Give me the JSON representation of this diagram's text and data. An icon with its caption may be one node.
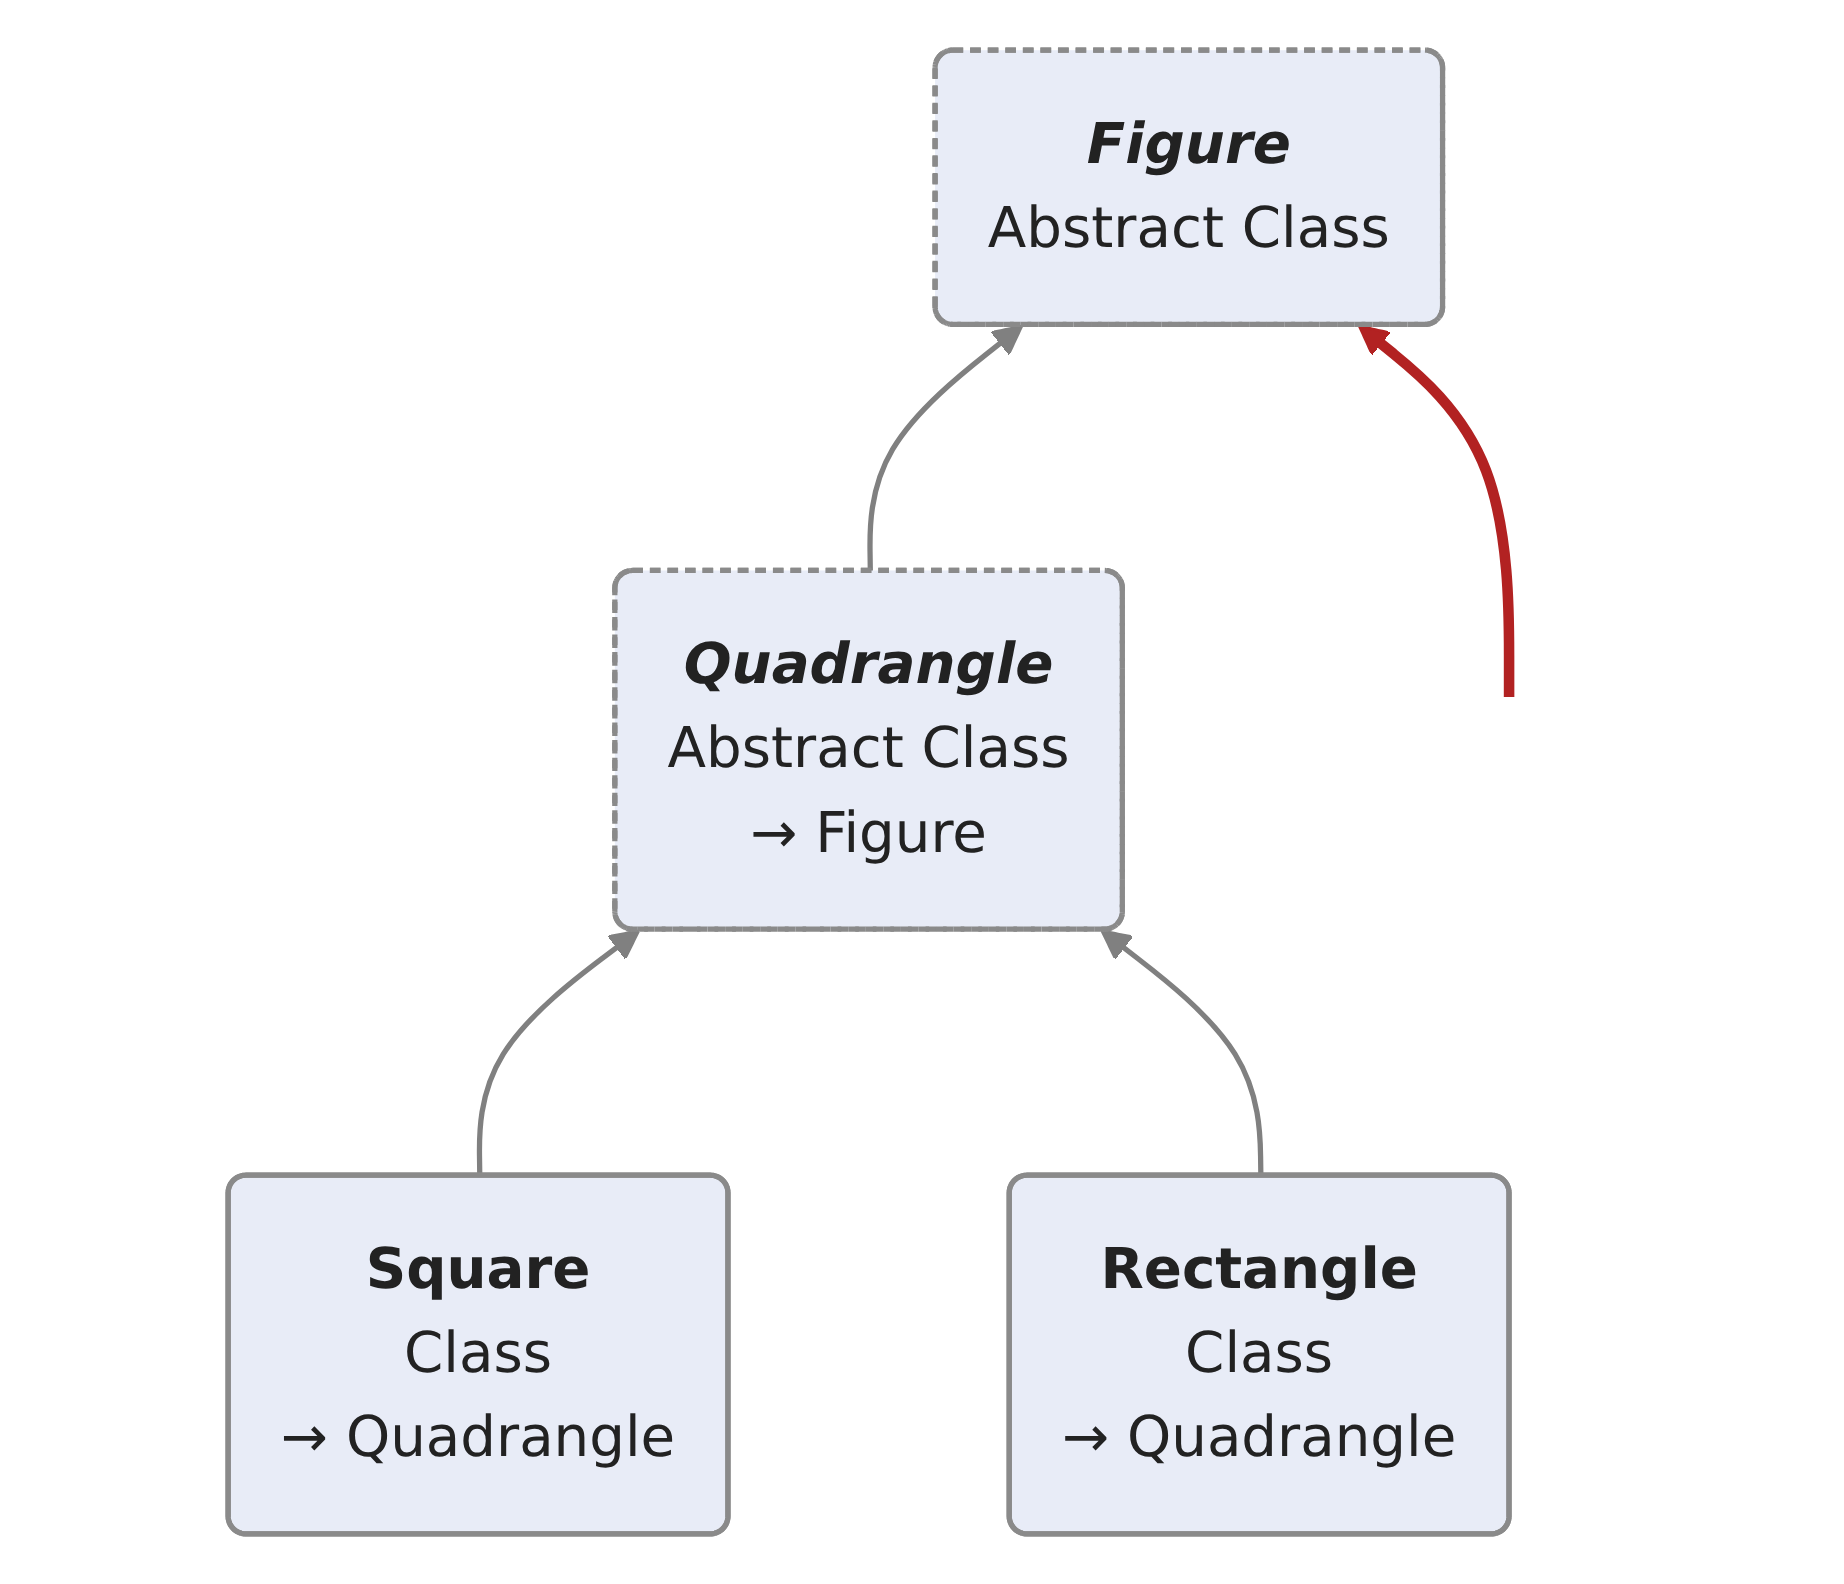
{
  "diagram": {
    "nodes": [
      {
        "text": [
          "Figure",
          "Abstract Class"
        ]
      },
      {
        "text": [
          "Quadrangle",
          "Abstract Class",
          "→ Figure"
        ]
      },
      {
        "text": [
          "Square",
          "Class",
          "→ Quadrangle"
        ]
      },
      {
        "text": [
          "Rectangle",
          "Class",
          "→ Quadrangle"
        ]
      }
    ],
    "edges": [
      {
        "from": 1,
        "to": 0,
        "arrow": "to"
      },
      {
        "from": 2,
        "to": 1,
        "arrow": "to"
      },
      {
        "from": 3,
        "to": 1,
        "arrow": "to"
      },
      {
        "from": null,
        "to": 0,
        "arrow": "to",
        "color": "#b22222",
        "style": "thick"
      }
    ]
  }
}
